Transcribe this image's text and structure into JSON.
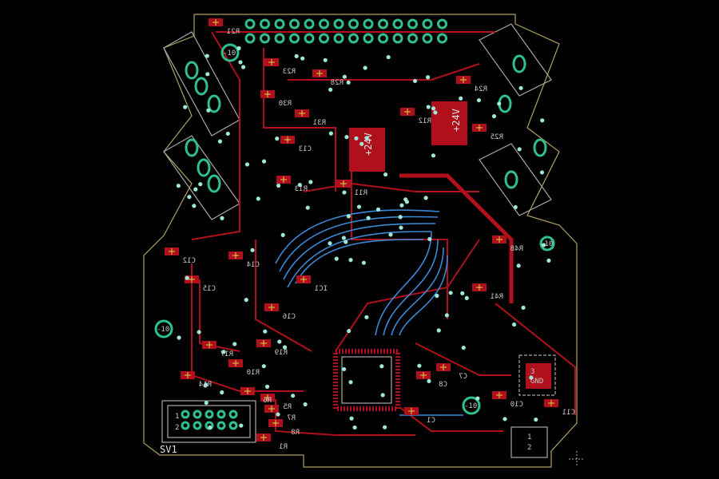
{
  "board": {
    "ic_labels": {
      "u1": "+24V",
      "u2": "+24V",
      "gnd_pad": "GND",
      "gnd_num": "3"
    },
    "holes": [
      "-10",
      "-10",
      "-10",
      "-10"
    ],
    "connector": {
      "name": "SV1",
      "pin1": "1",
      "pin2": "2"
    },
    "jumper": {
      "pin1": "1",
      "pin2": "2"
    },
    "designators": [
      "R21",
      "R23",
      "R30",
      "R31",
      "R28",
      "C13",
      "C15",
      "C12",
      "C14",
      "R13",
      "R17",
      "R19",
      "R10",
      "R14",
      "R1",
      "R7",
      "R6",
      "R5",
      "R8",
      "C1",
      "C10",
      "C11",
      "IC1",
      "C16",
      "R11",
      "R12",
      "R24",
      "R25",
      "C7",
      "C8",
      "R41",
      "R48"
    ]
  },
  "colors": {
    "top_copper": "#b0101c",
    "bottom_copper": "#3a8ad8",
    "via": "#9de8d8",
    "outline": "#b0a060"
  }
}
